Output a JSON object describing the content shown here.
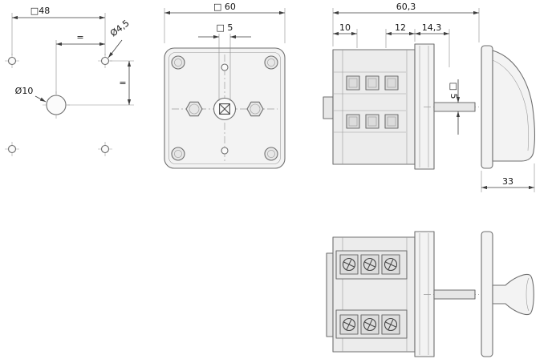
{
  "drawing": {
    "drilling": {
      "sq48": "□48",
      "equal_top": "=",
      "dia45": "Ø4,5",
      "dia10": "Ø10",
      "equal_right": "="
    },
    "front": {
      "sq60": "□ 60",
      "sq5": "□ 5"
    },
    "side": {
      "total": "60,3",
      "d10": "10",
      "d12": "12",
      "d143": "14,3",
      "shaft_sq5": "□ 5",
      "handle_33": "33"
    },
    "colors": {
      "object_line": "#6f6f6f",
      "dimension_line": "#3d3d3d",
      "text": "#151515",
      "background": "#ffffff"
    }
  }
}
